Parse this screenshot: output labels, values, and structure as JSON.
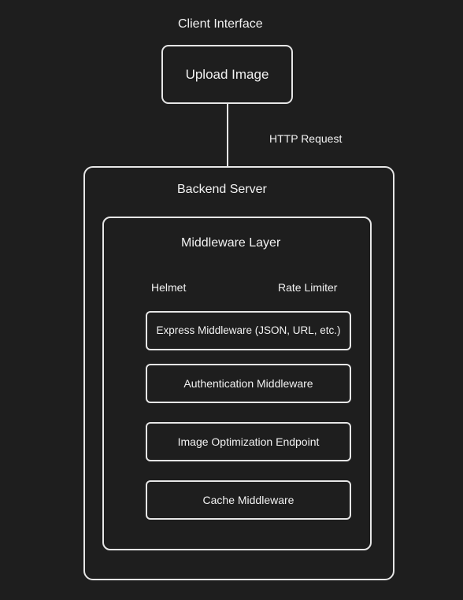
{
  "diagram": {
    "client": {
      "title": "Client Interface",
      "upload_box": "Upload Image"
    },
    "connection": {
      "label": "HTTP Request"
    },
    "backend": {
      "title": "Backend Server",
      "middleware_layer": {
        "title": "Middleware Layer",
        "left_label": "Helmet",
        "right_label": "Rate Limiter",
        "components": [
          "Express Middleware (JSON, URL, etc.)",
          "Authentication Middleware",
          "Image Optimization Endpoint",
          "Cache Middleware"
        ]
      }
    }
  },
  "colors": {
    "background": "#1e1e1e",
    "stroke": "#e6e6e6",
    "text": "#f2f2f2"
  }
}
